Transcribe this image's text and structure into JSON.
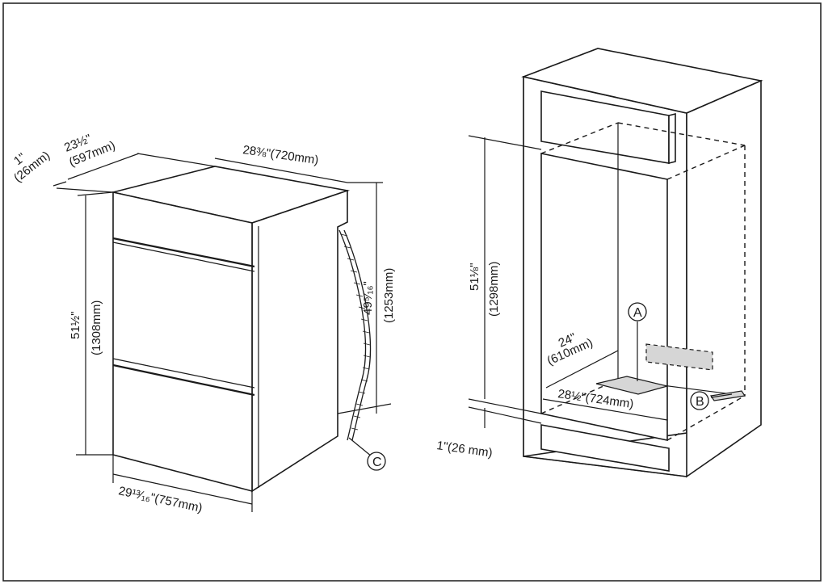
{
  "left_figure": {
    "depth_front_1": "1\"",
    "depth_front_1_mm": "(26mm)",
    "width_23_5": "23½\"",
    "width_23_5_mm": "(597mm)",
    "width_28_3_8": "28⅜\"(720mm)",
    "height_51_5": "51½\"",
    "height_51_5_mm": "(1308mm)",
    "height_49_5_16": "49⁵⁄₁₆\"",
    "height_49_5_16_mm": "(1253mm)",
    "depth_29_13_16": "29¹³⁄₁₆\"(757mm)",
    "callout_c": "C"
  },
  "right_figure": {
    "height_51_1_8": "51⅛\"",
    "height_51_1_8_mm": "(1298mm)",
    "depth_24": "24\"",
    "depth_24_mm": "(610mm)",
    "width_28_5": "28½\"(724mm)",
    "gap_1": "1\"(26 mm)",
    "callout_a": "A",
    "callout_b": "B"
  }
}
